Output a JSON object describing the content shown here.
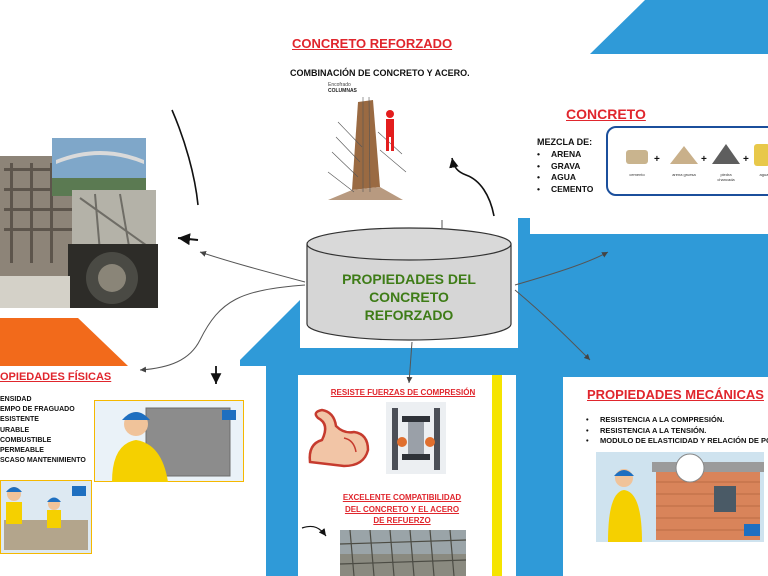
{
  "center_node": {
    "lines": [
      "PROPIEDADES DEL",
      "CONCRETO",
      "REFORZADO"
    ]
  },
  "concreto_reforzado": {
    "title": "CONCRETO REFORZADO",
    "subtitle": "COMBINACIÓN DE CONCRETO Y ACERO.",
    "caption_small": "Encofrado",
    "caption_bold": "COLUMNAS"
  },
  "concreto": {
    "title": "CONCRETO",
    "mezcla_label": "MEZCLA DE:",
    "items": [
      "ARENA",
      "GRAVA",
      "AGUA",
      "CEMENTO"
    ],
    "ingredients": [
      "cemento",
      "arena gruesa",
      "piedra chancada",
      "agua"
    ]
  },
  "propiedades_fisicas": {
    "title": "OPIEDADES FÍSICAS",
    "items": [
      "ENSIDAD",
      "EMPO DE FRAGUADO",
      "ESISTENTE",
      "URABLE",
      "COMBUSTIBLE",
      "PERMEABLE",
      "SCASO MANTENIMIENTO"
    ]
  },
  "center_bottom": {
    "resiste": "RESISTE FUERZAS DE COMPRESIÓN",
    "compat_lines": [
      "EXCELENTE COMPATIBILIDAD",
      "DEL CONCRETO Y EL ACERO",
      "DE REFUERZO"
    ]
  },
  "propiedades_mecanicas": {
    "title": "PROPIEDADES MECÁNICAS",
    "items": [
      "RESISTENCIA A LA COMPRESIÓN.",
      "RESISTENCIA A LA TENSIÓN.",
      "MODULO DE ELASTICIDAD Y RELACIÓN DE PO"
    ]
  },
  "colors": {
    "blue": "#2f9ad8",
    "red_title": "#e0262d",
    "green_center": "#3e7c17",
    "orange": "#f26a1b",
    "yellow": "#f5e400"
  }
}
